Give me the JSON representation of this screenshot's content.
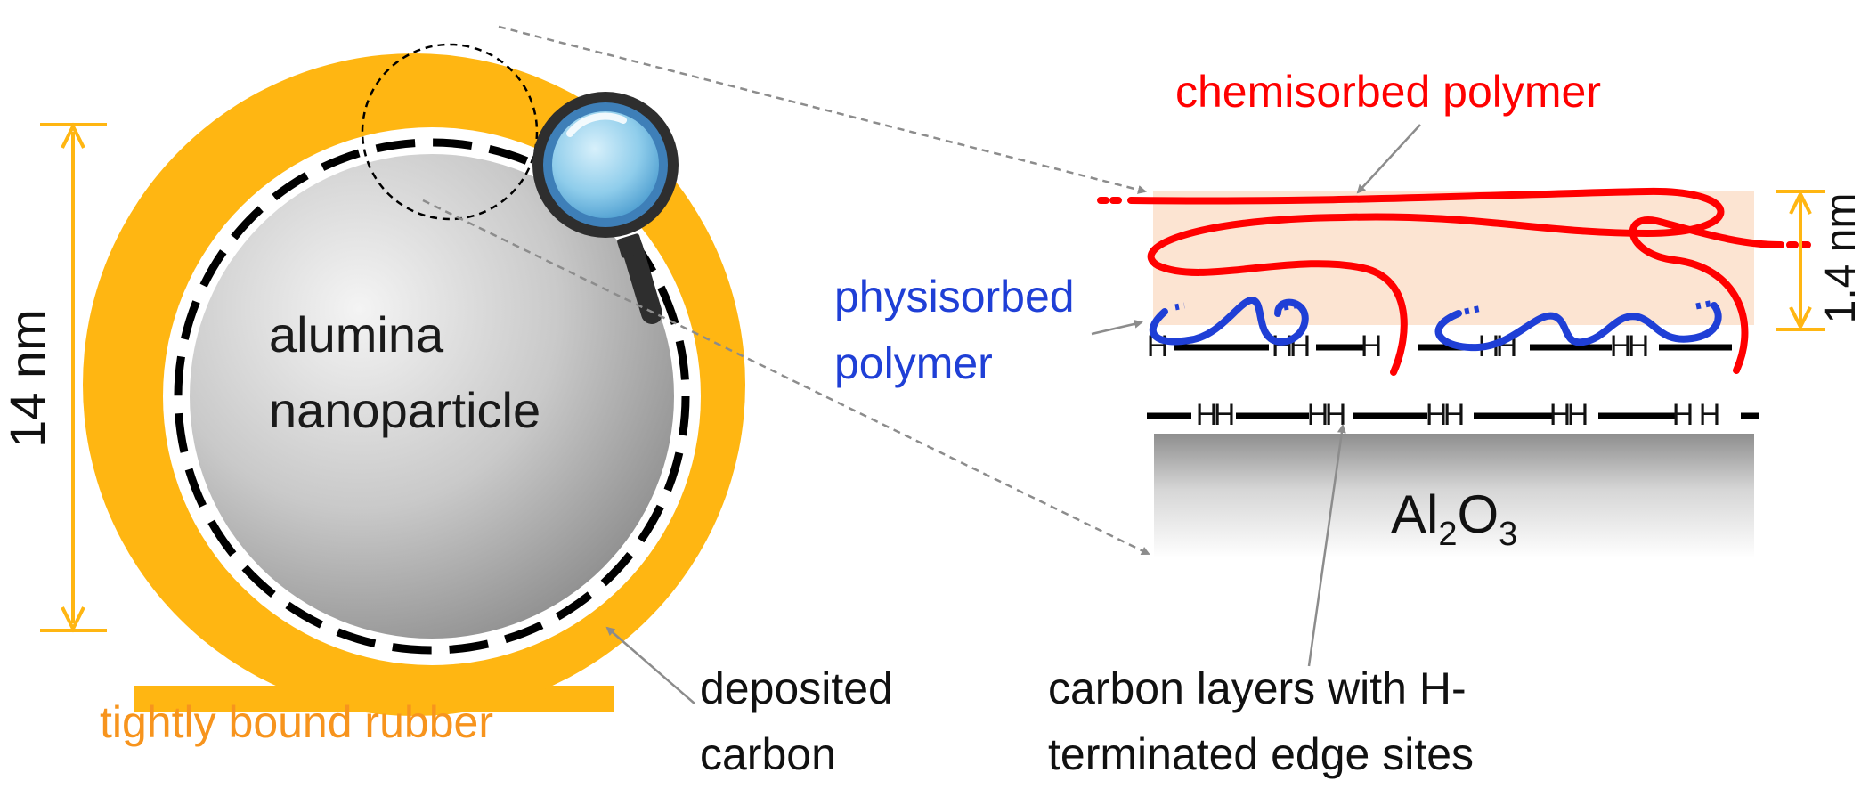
{
  "labels": {
    "particle_line1": "alumina",
    "particle_line2": "nanoparticle",
    "diameter": "14 nm",
    "bound_rubber": "tightly bound rubber",
    "deposited_line1": "deposited",
    "deposited_line2": "carbon",
    "chemisorbed": "chemisorbed polymer",
    "physisorbed_line1": "physisorbed",
    "physisorbed_line2": "polymer",
    "thickness": "1.4 nm",
    "carbon_layers_line1": "carbon layers with H-",
    "carbon_layers_line2": "terminated edge sites",
    "substrate_main": "Al",
    "substrate_sub1": "2",
    "substrate_o": "O",
    "substrate_sub2": "3",
    "h_atom": "H"
  },
  "colors": {
    "rubber": "#FFB612",
    "rubber_text": "#F7941D",
    "chemisorbed": "#FF0000",
    "physisorbed": "#1F3FD6",
    "interface_band": "#FCE4D2",
    "carbon": "#000000",
    "pointer": "#8C8C8C",
    "magnifier_rim": "#2E2E2E",
    "magnifier_lens": "#6EB6E0"
  },
  "icons": [
    "magnifier-icon"
  ]
}
